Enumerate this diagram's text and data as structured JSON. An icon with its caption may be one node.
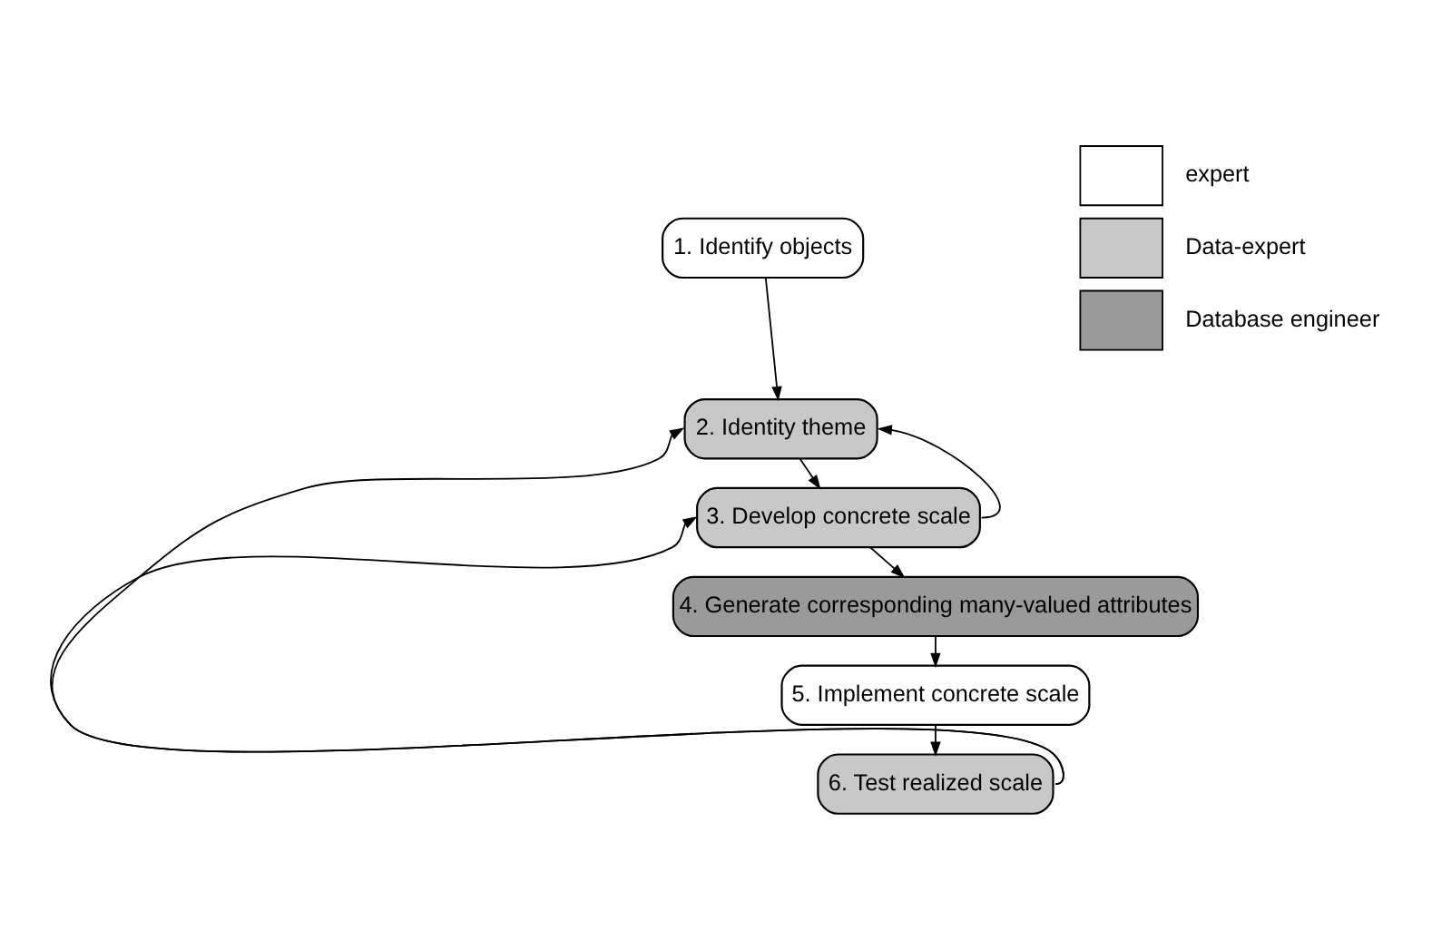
{
  "diagram": {
    "nodes": [
      {
        "text": [
          "1. Identify objects"
        ]
      },
      {
        "text": [
          "2. Identity theme"
        ]
      },
      {
        "text": [
          "3. Develop concrete scale"
        ]
      },
      {
        "text": [
          "4. Generate corresponding many-valued attributes"
        ]
      },
      {
        "text": [
          "5. Implement concrete scale"
        ]
      },
      {
        "text": [
          "6. Test realized scale"
        ]
      }
    ],
    "edges": [
      {
        "from": 0,
        "to": 1,
        "arrow": "to"
      },
      {
        "from": 1,
        "to": 2,
        "arrow": "to"
      },
      {
        "from": 2,
        "to": 1,
        "arrow": "to"
      },
      {
        "from": 2,
        "to": 3,
        "arrow": "to"
      },
      {
        "from": 3,
        "to": 4,
        "arrow": "to"
      },
      {
        "from": 4,
        "to": 5,
        "arrow": "to"
      },
      {
        "from": 5,
        "to": 2,
        "arrow": "to"
      },
      {
        "from": 5,
        "to": 1,
        "arrow": "to"
      }
    ],
    "legend": [
      {
        "text": "expert",
        "color": "#ffffff"
      },
      {
        "text": "Data-expert",
        "color": "#c8c8c8"
      },
      {
        "text": "Database engineer",
        "color": "#9a9a9a"
      }
    ]
  }
}
